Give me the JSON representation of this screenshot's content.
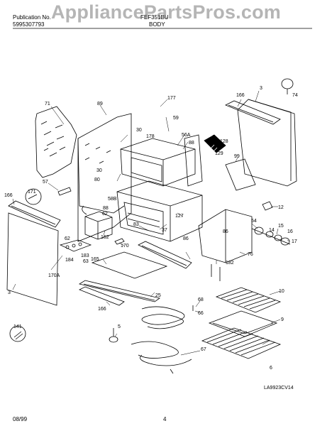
{
  "header": {
    "pub_label": "Publication No.",
    "pub_number": "5995307793",
    "model": "FEF351BU",
    "section": "BODY"
  },
  "watermark": "AppliancePartsPros.com",
  "diagram_code": "LA9923CV14",
  "footer": {
    "date": "08/99",
    "page": "4"
  },
  "callouts": [
    "177",
    "89",
    "71",
    "59",
    "30",
    "178",
    "56A",
    "88",
    "166",
    "3",
    "74",
    "128",
    "129",
    "99",
    "171",
    "57",
    "166",
    "30",
    "80",
    "58B",
    "88",
    "127",
    "12",
    "62",
    "37",
    "83",
    "86",
    "54",
    "14",
    "15",
    "16",
    "17",
    "62",
    "184",
    "183",
    "63",
    "162",
    "170",
    "86",
    "76",
    "182",
    "165",
    "170A",
    "3",
    "166",
    "25",
    "68",
    "66",
    "10",
    "141",
    "5",
    "9",
    "67",
    "6"
  ]
}
